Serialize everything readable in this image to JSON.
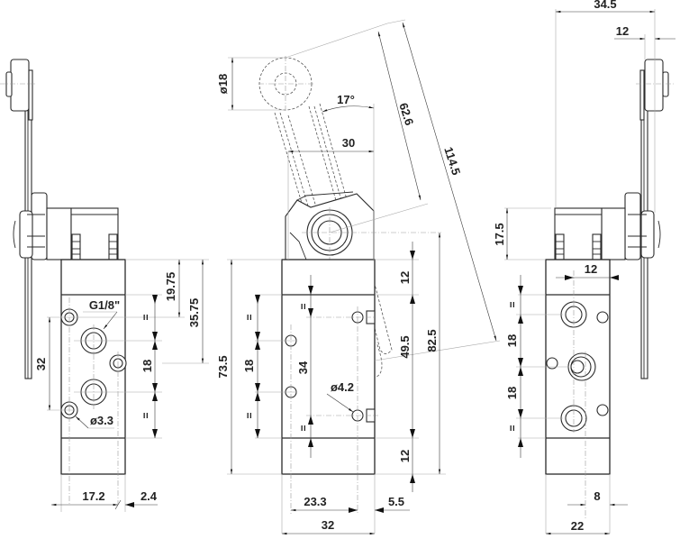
{
  "title": "3/2 valve with roller lever - dimensional drawing",
  "units": "mm",
  "colors": {
    "line": "#2a2a2a",
    "dimension": "#3a3a3a",
    "extension": "#a8a8a8",
    "background": "#ffffff"
  },
  "left_view": {
    "thread_label": "G1/8\"",
    "hole_label": "ø3.3",
    "dims": {
      "d32": "32",
      "d18": "18",
      "d19_75": "19.75",
      "d35_75": "35.75",
      "d17_2": "17.2",
      "d2_4": "2.4",
      "eq": "="
    }
  },
  "center_view": {
    "roller_dia": "ø18",
    "angle": "17°",
    "dims": {
      "d30": "30",
      "d62_6": "62.6",
      "d114_5": "114.5",
      "d73_5": "73.5",
      "d18": "18",
      "d34": "34",
      "d12_top": "12",
      "d12_bot": "12",
      "d49_5": "49.5",
      "d82_5": "82.5",
      "d23_3": "23.3",
      "d5_5": "5.5",
      "d32": "32",
      "eq": "="
    },
    "hole_label": "ø4.2"
  },
  "right_view": {
    "dims": {
      "d34_5": "34.5",
      "d12_top": "12",
      "d17_5": "17.5",
      "d12": "12",
      "d18a": "18",
      "d18b": "18",
      "d8": "8",
      "d22": "22",
      "eq": "="
    }
  }
}
